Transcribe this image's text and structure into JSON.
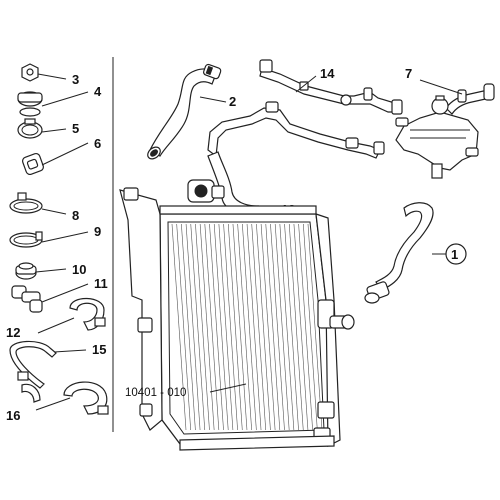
{
  "callouts": {
    "c1": "1",
    "c2": "2",
    "c3": "3",
    "c4": "4",
    "c5": "5",
    "c6": "6",
    "c7": "7",
    "c8": "8",
    "c9": "9",
    "c10": "10",
    "c11": "11",
    "c12": "12",
    "c13": "13",
    "c14": "14",
    "c15": "15",
    "c16": "16",
    "radiator": "10401 - 010"
  }
}
